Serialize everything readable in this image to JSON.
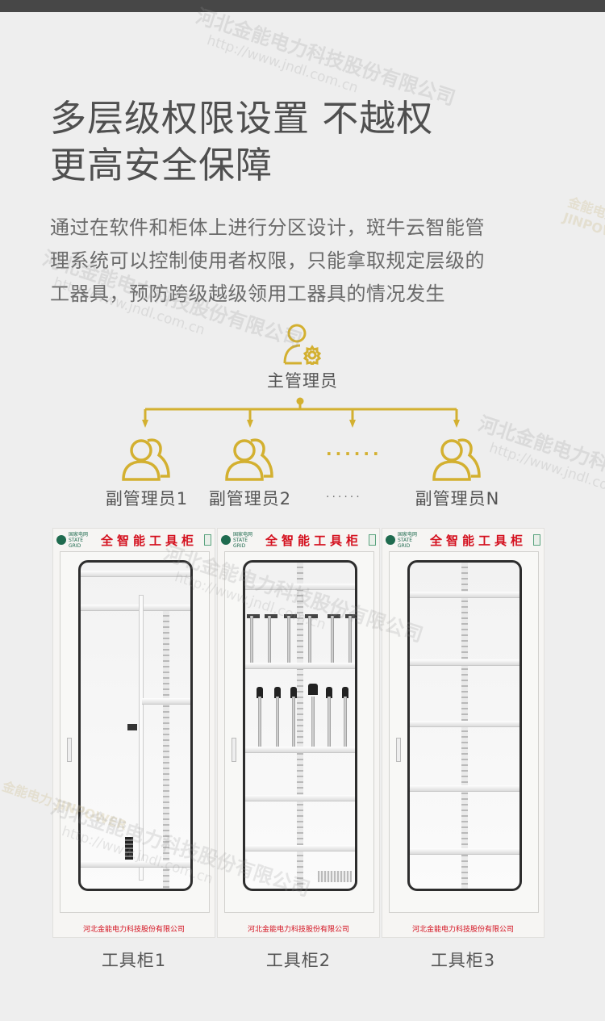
{
  "headline": {
    "line1": "多层级权限设置 不越权",
    "line2": "更高安全保障"
  },
  "description": {
    "line1": "通过在软件和柜体上进行分区设计，斑牛云智能管",
    "line2": "理系统可以控制使用者权限，只能拿取规定层级的",
    "line3": "工器具，预防跨级越级领用工器具的情况发生"
  },
  "hierarchy": {
    "main_admin": {
      "label": "主管理员",
      "icon": "user-gear-icon"
    },
    "sub_admins": [
      {
        "label": "副管理员1",
        "icon": "users-icon"
      },
      {
        "label": "副管理员2",
        "icon": "users-icon"
      },
      {
        "label": "副管理员N",
        "icon": "users-icon"
      }
    ],
    "ellipsis_icon": "······",
    "ellipsis_label": "······"
  },
  "cabinets": [
    {
      "header_brand": "国家电网 STATE GRID",
      "title": "全智能工具柜",
      "footer": "河北金能电力科技股份有限公司",
      "label": "工具柜1"
    },
    {
      "header_brand": "国家电网 STATE GRID",
      "title": "全智能工具柜",
      "footer": "河北金能电力科技股份有限公司",
      "label": "工具柜2"
    },
    {
      "header_brand": "国家电网 STATE GRID",
      "title": "全智能工具柜",
      "footer": "河北金能电力科技股份有限公司",
      "label": "工具柜3"
    }
  ],
  "watermark": {
    "company": "河北金能电力科技股份有限公司",
    "url": "http://www.jndl.com.cn",
    "logo": "金能电力 JINPOWER"
  },
  "colors": {
    "accent_gold": "#d3b030",
    "title_red": "#d4101e",
    "background": "#eeeeee",
    "top_bar": "#474747"
  }
}
